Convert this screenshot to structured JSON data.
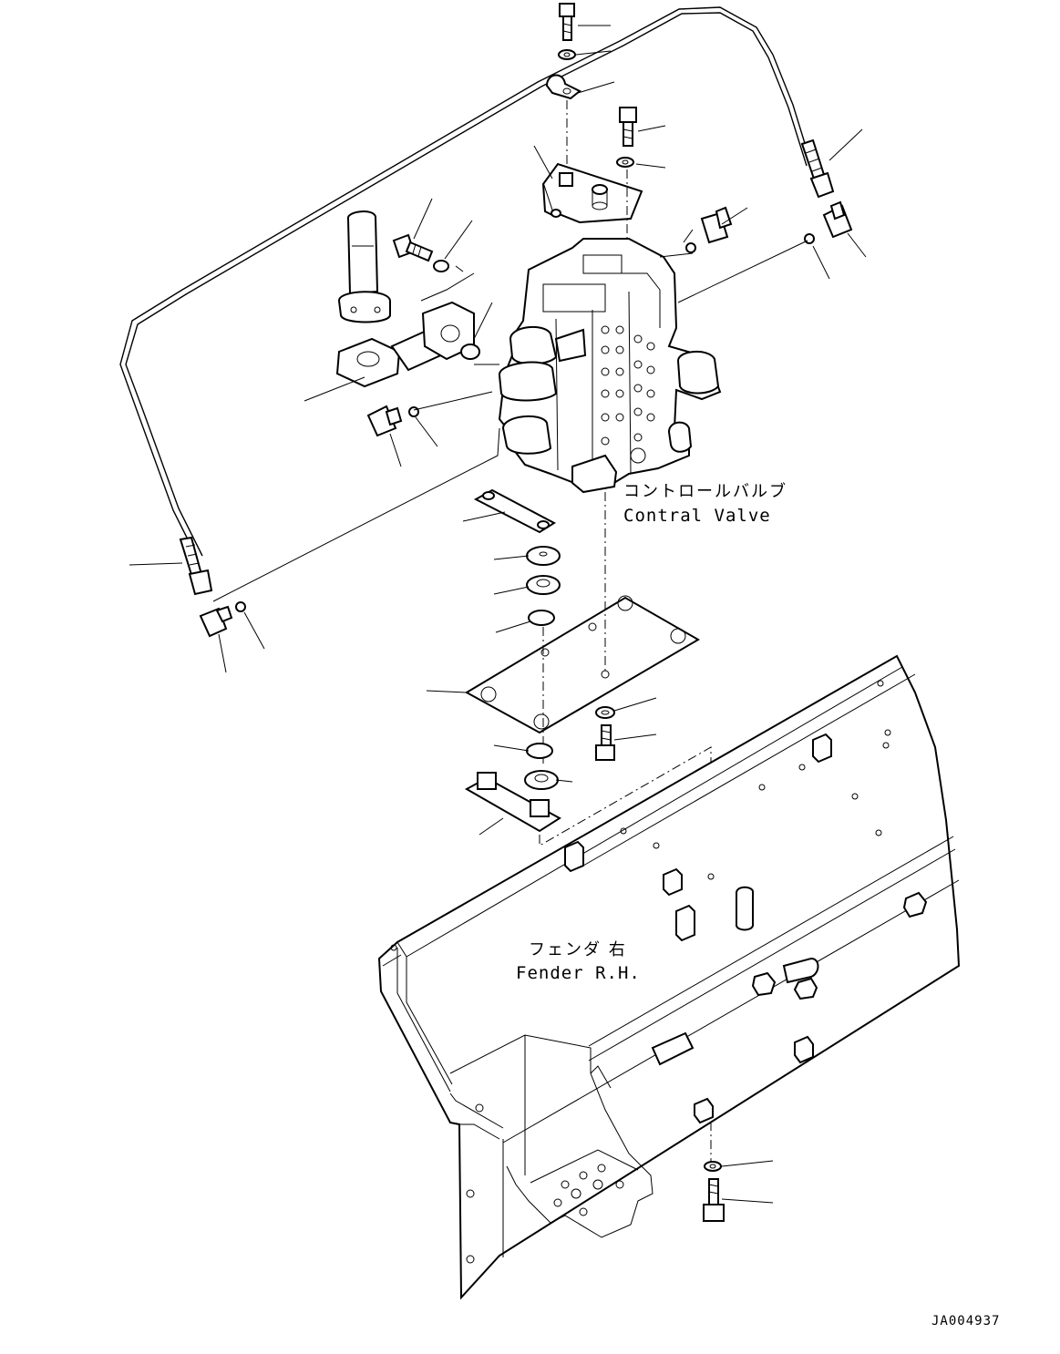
{
  "diagram": {
    "labels": {
      "control_valve_jp": "コントロールバルブ",
      "control_valve_en": "Contral Valve",
      "fender_jp": "フェンダ 右",
      "fender_en": "Fender R.H.",
      "drawing_code": "JA004937"
    },
    "colors": {
      "line": "#000000",
      "background": "#ffffff"
    }
  }
}
